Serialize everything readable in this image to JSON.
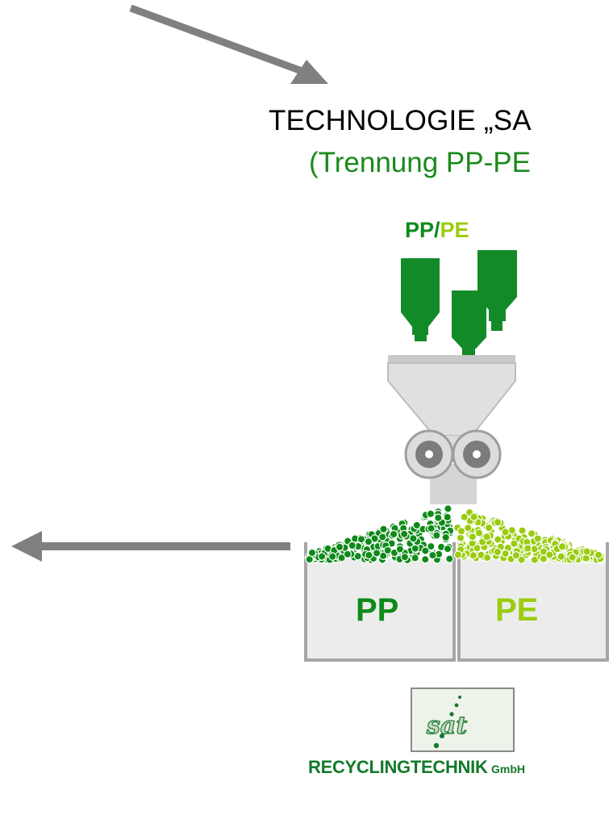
{
  "title": {
    "line1": "TECHNOLOGIE „SA",
    "line2": "(Trennung PP-PE"
  },
  "input_label": {
    "pp": "PP",
    "sep": "/",
    "pe": "PE"
  },
  "bins": {
    "left": "PP",
    "right": "PE"
  },
  "logo": {
    "text": "sat",
    "caption": "RECYCLINGTECHNIK",
    "suffix": "GmbH"
  },
  "colors": {
    "pp_green": "#0f8a1a",
    "pe_green": "#9acc10",
    "arrow_gray": "#808080",
    "bin_gray": "#a6a6a6"
  }
}
